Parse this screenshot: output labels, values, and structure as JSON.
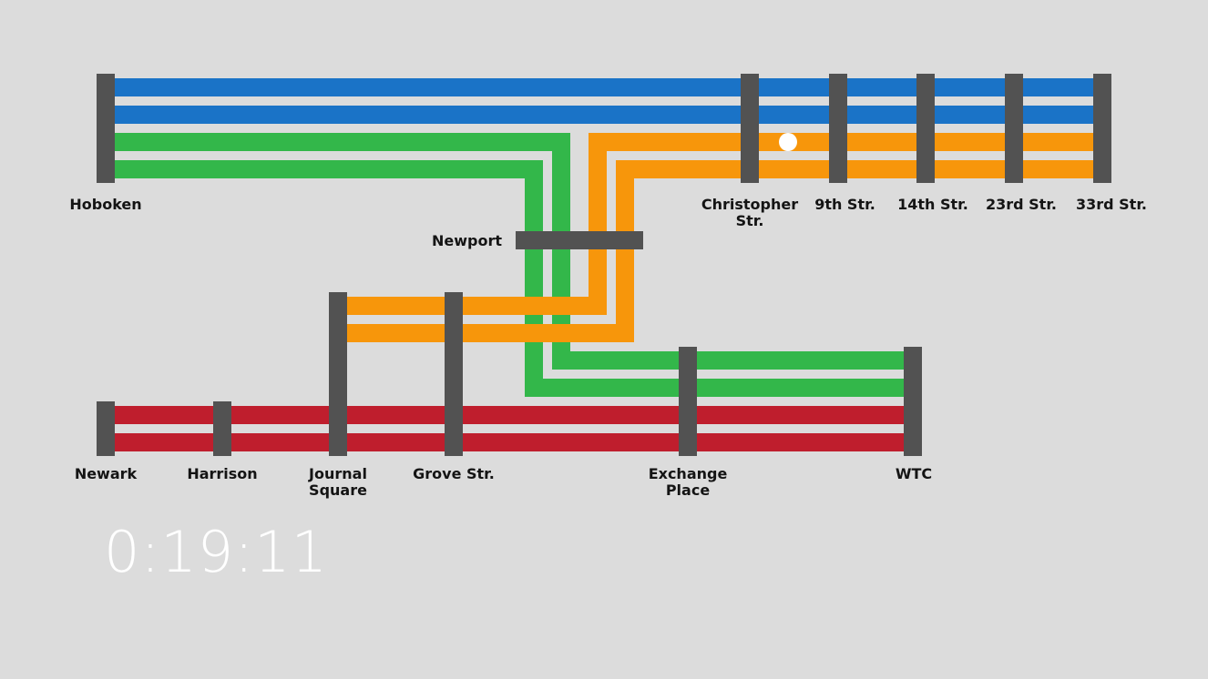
{
  "colors": {
    "background": "#dcdcdc",
    "station_bar": "#525252",
    "blue_line": "#1a73c7",
    "green_line": "#33b74a",
    "orange_line": "#f7960b",
    "red_line": "#bf1e2d",
    "train_marker": "#ffffff",
    "timer": "#ffffff"
  },
  "stations": {
    "hoboken": "Hoboken",
    "christopher": "Christopher\nStr.",
    "ninth": "9th Str.",
    "fourteenth": "14th Str.",
    "twentythird": "23rd Str.",
    "thirtythird": "33rd Str.",
    "newport": "Newport",
    "newark": "Newark",
    "harrison": "Harrison",
    "journal_square": "Journal\nSquare",
    "grove": "Grove Str.",
    "exchange_place": "Exchange\nPlace",
    "wtc": "WTC"
  },
  "clock": {
    "elapsed": "0:19:11"
  },
  "train": {
    "line": "orange",
    "between": [
      "Christopher Str.",
      "9th Str."
    ]
  }
}
